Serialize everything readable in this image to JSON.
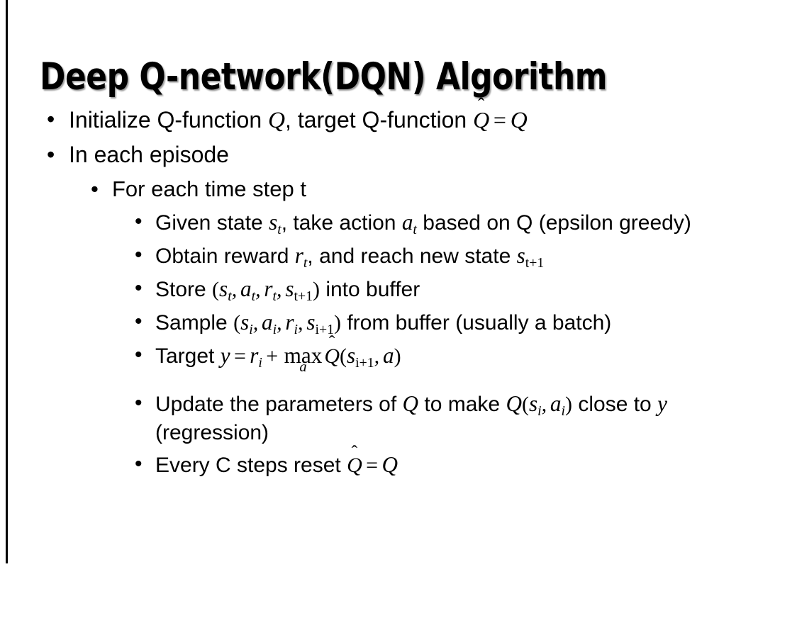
{
  "slide": {
    "title": "Deep Q-network(DQN) Algorithm",
    "background_color": "#ffffff",
    "text_color": "#000000",
    "bullet_glyph": "•"
  },
  "bullets": {
    "initialize": {
      "pre": "Initialize Q-function ",
      "q1": "Q",
      "mid": ", target Q-function ",
      "qhat_base": "Q",
      "qhat_accent": "̂",
      "equals": "=",
      "q2": "Q"
    },
    "in_each_episode": "In each episode",
    "for_each_time_step": "For each time step t",
    "given_state": {
      "pre": "Given state ",
      "s": "s",
      "s_sub": "t",
      "mid": ", take action ",
      "a": "a",
      "a_sub": "t",
      "post": " based on Q (epsilon greedy)"
    },
    "obtain_reward": {
      "pre": "Obtain reward ",
      "r": "r",
      "r_sub": "t",
      "mid": ", and reach new state ",
      "s": "s",
      "s_sub": "t+1"
    },
    "store": {
      "pre": "Store ",
      "open": "(",
      "s": "s",
      "s_sub": "t",
      "comma": ",",
      "a": "a",
      "a_sub": "t",
      "r": "r",
      "r_sub": "t",
      "s2": "s",
      "s2_sub": "t+1",
      "close": ")",
      "post": " into buffer"
    },
    "sample": {
      "pre": "Sample ",
      "open": "(",
      "s": "s",
      "s_sub": "i",
      "comma": ",",
      "a": "a",
      "a_sub": "i",
      "r": "r",
      "r_sub": "i",
      "s2": "s",
      "s2_sub": "i+1",
      "close": ")",
      "post": " from buffer (usually a batch)"
    },
    "target": {
      "pre": "Target ",
      "y": "y",
      "equals": "=",
      "r": "r",
      "r_sub": "i",
      "plus": "+",
      "max_name": "max",
      "max_limit": "a",
      "qhat_base": "Q",
      "qhat_accent": "̂",
      "open": "(",
      "s": "s",
      "s_sub": "i+1",
      "comma": ",",
      "a": "a",
      "close": ")"
    },
    "update": {
      "pre": "Update the parameters of ",
      "q1": "Q",
      "mid": " to make ",
      "q2": "Q",
      "open": "(",
      "s": "s",
      "s_sub": "i",
      "comma": ",",
      "a": "a",
      "a_sub": "i",
      "close": ")",
      "post": " close to ",
      "y": "y",
      "tail": " (regression)"
    },
    "every_c": {
      "pre": "Every C steps reset ",
      "qhat_base": "Q",
      "qhat_accent": "̂",
      "equals": "=",
      "q": "Q"
    }
  }
}
